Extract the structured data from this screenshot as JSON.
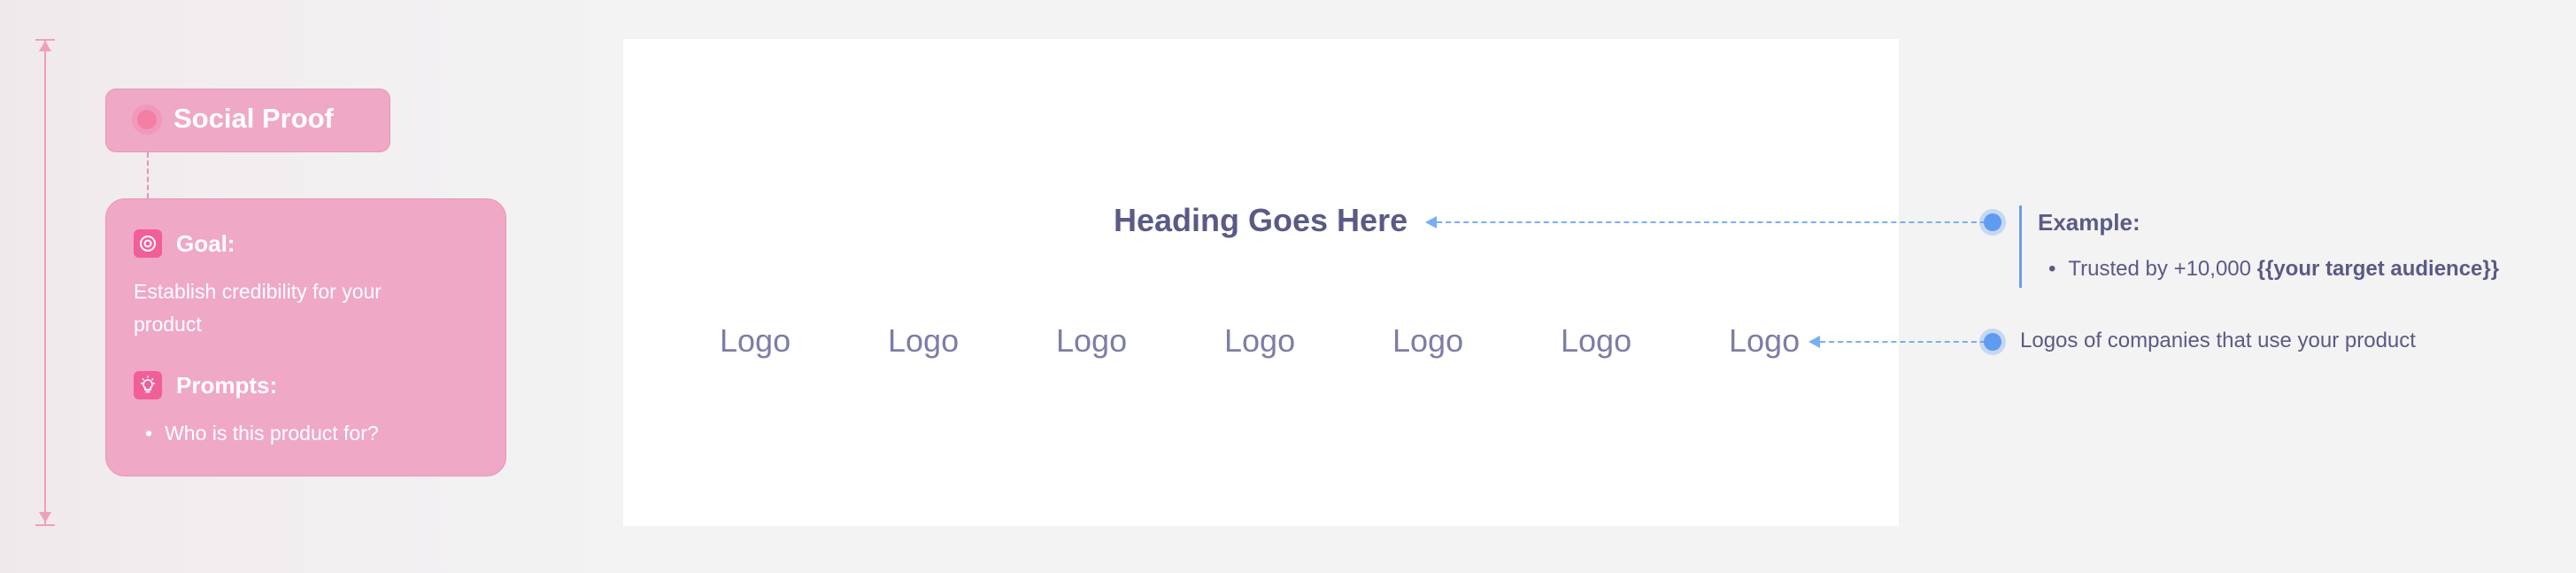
{
  "section": {
    "title": "Social Proof",
    "goal_label": "Goal:",
    "goal_text": "Establish credibility for your product",
    "prompts_label": "Prompts:",
    "prompts": [
      "Who is this product for?"
    ]
  },
  "canvas": {
    "heading": "Heading Goes Here",
    "logos": [
      "Logo",
      "Logo",
      "Logo",
      "Logo",
      "Logo",
      "Logo",
      "Logo"
    ]
  },
  "annotations": {
    "example_title": "Example:",
    "example_text": "Trusted by +10,000 ",
    "example_placeholder": "{{your target audience}}",
    "logos_note": "Logos of companies that use your product"
  },
  "colors": {
    "accent_pink": "#efa8c6",
    "icon_pink": "#f15f98",
    "annotation_blue": "#5f9bf0",
    "text_dark": "#5b5a86"
  }
}
